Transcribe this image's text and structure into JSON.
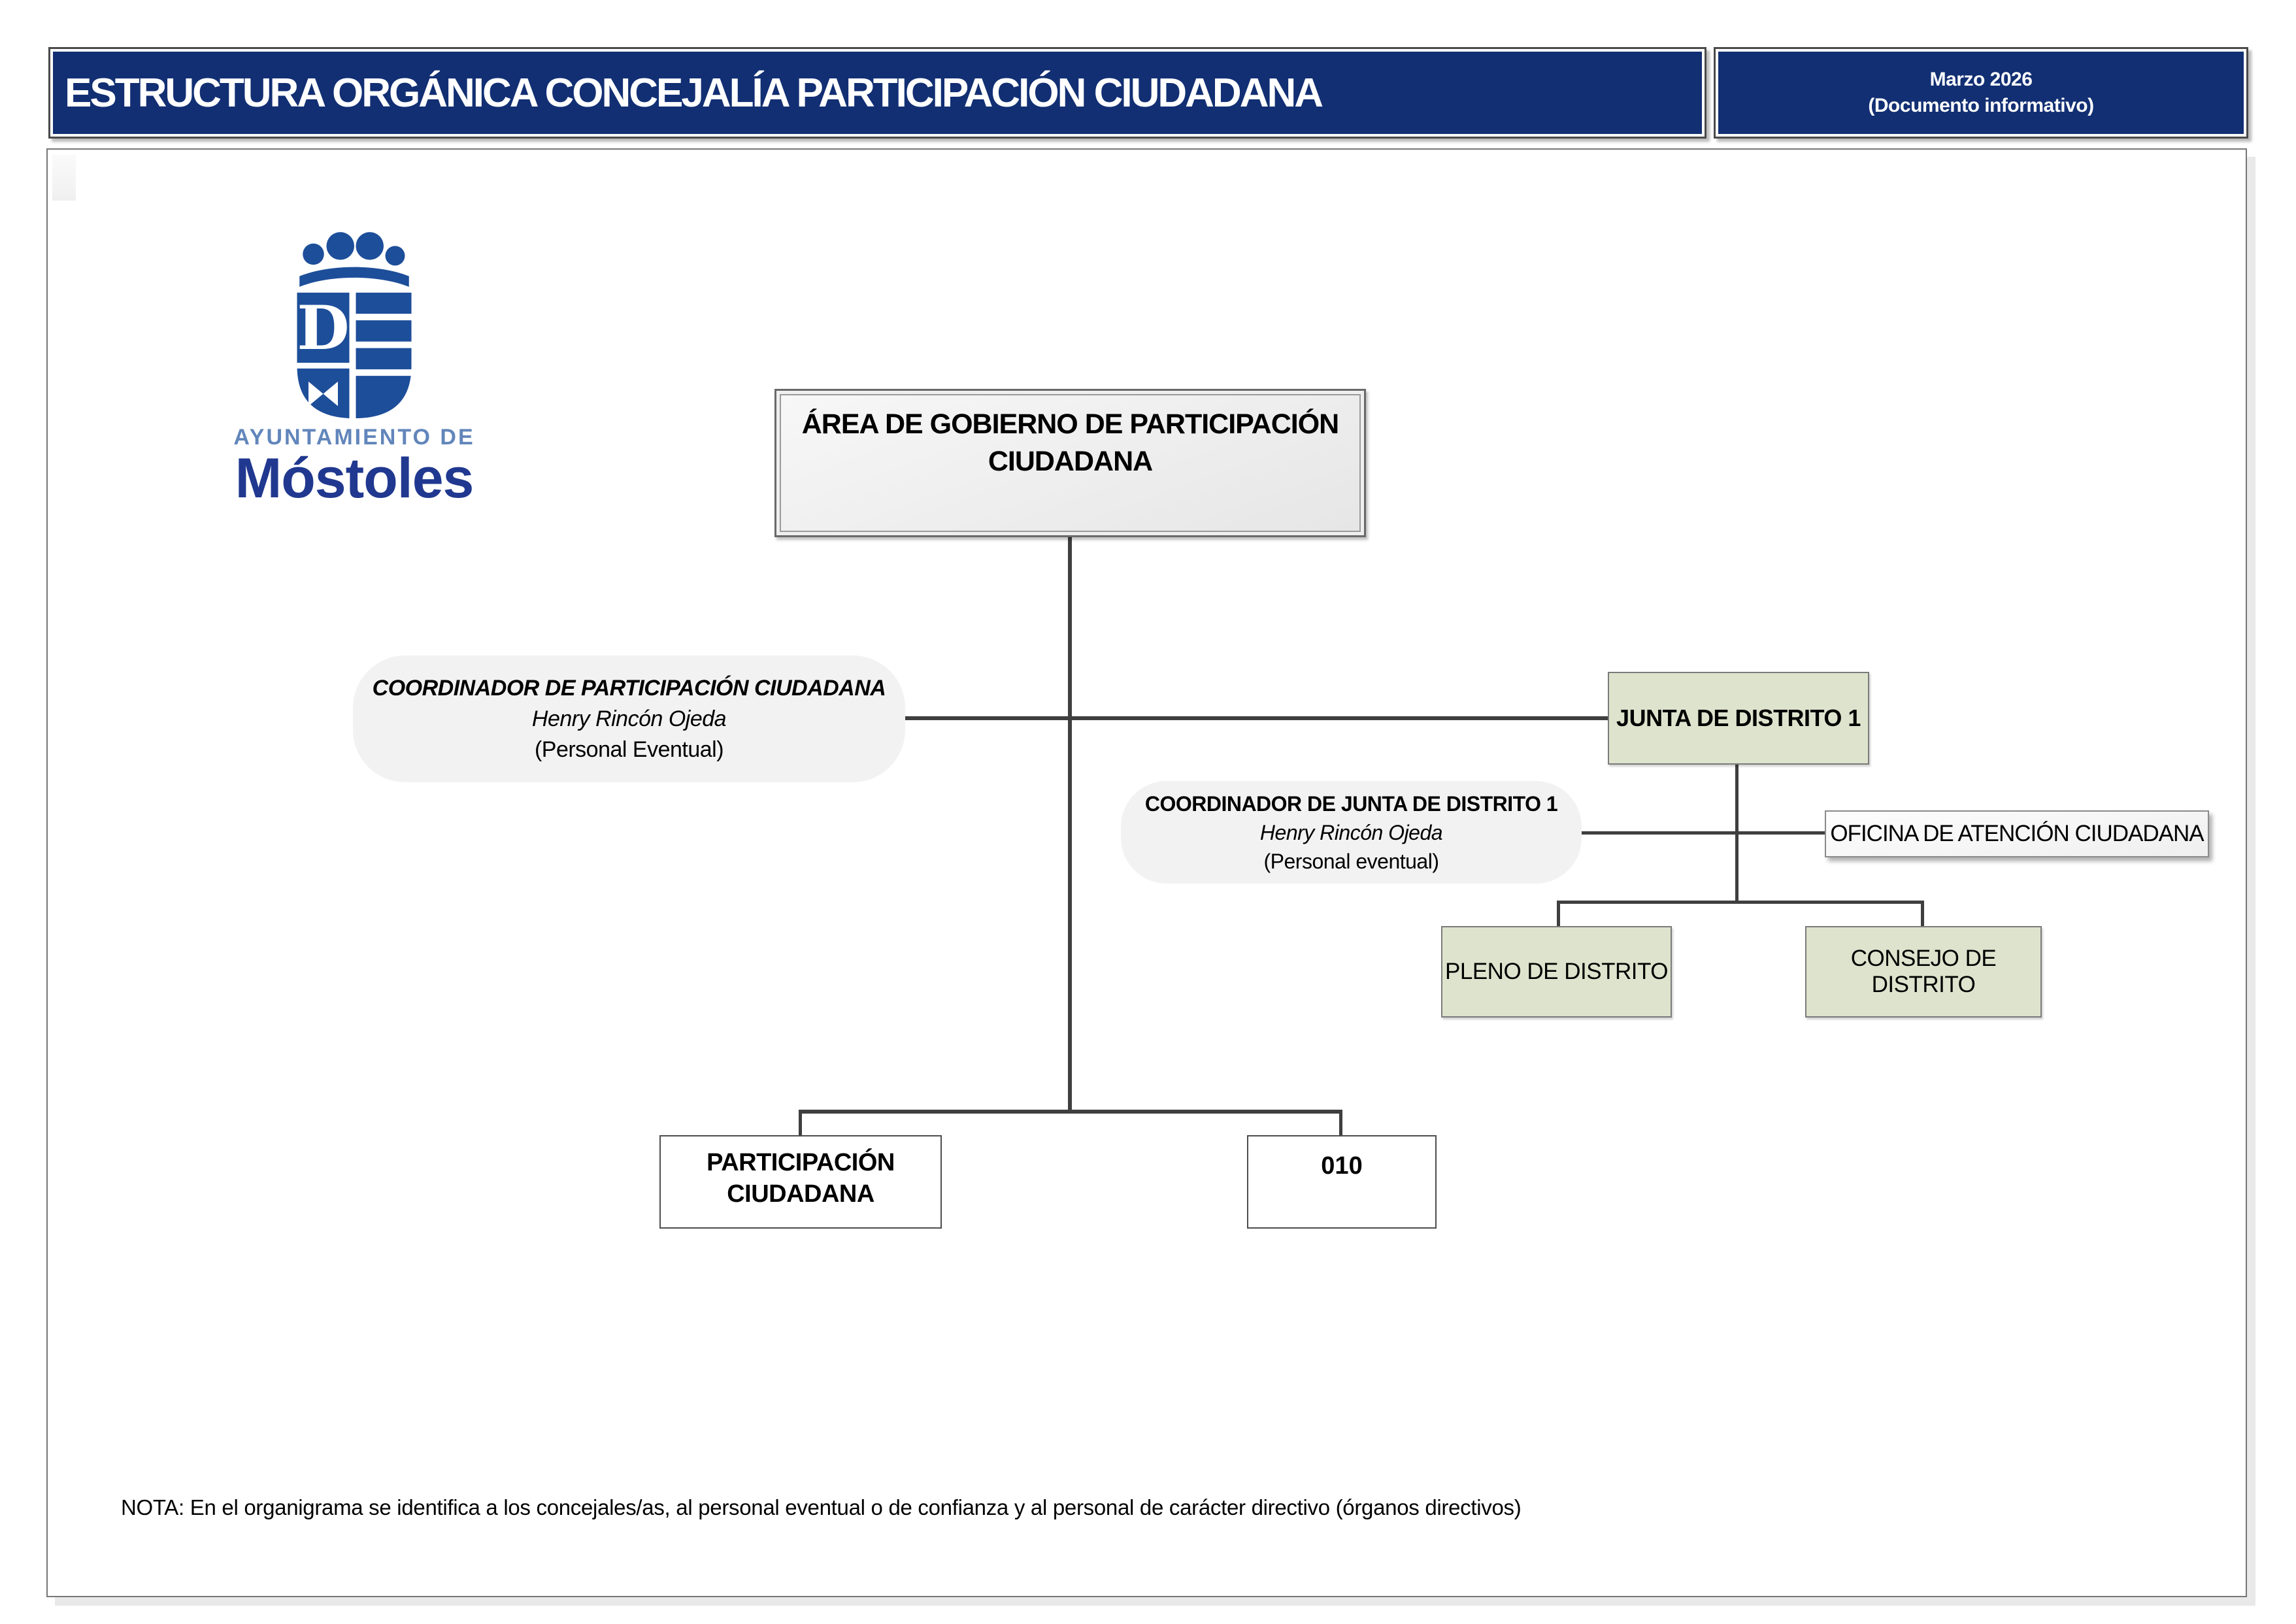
{
  "header": {
    "title": "ESTRUCTURA ORGÁNICA CONCEJALÍA PARTICIPACIÓN CIUDADANA",
    "date": "Marzo 2026",
    "subtitle": "(Documento informativo)"
  },
  "logo": {
    "caption_top": "AYUNTAMIENTO DE",
    "caption_bottom": "Móstoles"
  },
  "org_chart": {
    "root": "ÁREA DE GOBIERNO DE PARTICIPACIÓN CIUDADANA",
    "coordinator_participacion": {
      "title": "COORDINADOR DE PARTICIPACIÓN CIUDADANA",
      "name": "Henry Rincón Ojeda",
      "contract": "(Personal Eventual)"
    },
    "junta_distrito": "JUNTA DE DISTRITO 1",
    "coordinator_junta": {
      "title": "COORDINADOR DE JUNTA DE DISTRITO 1",
      "name": "Henry Rincón Ojeda",
      "contract": "(Personal eventual)"
    },
    "oficina": "OFICINA DE ATENCIÓN CIUDADANA",
    "pleno": "PLENO DE DISTRITO",
    "consejo": "CONSEJO DE DISTRITO",
    "participacion": "PARTICIPACIÓN CIUDADANA",
    "codigo": "010"
  },
  "note": "NOTA: En el organigrama se identifica a los concejales/as, al personal eventual o de confianza y al personal de carácter directivo (órganos directivos)",
  "colors": {
    "header_bg": "#122f73",
    "accent_green": "#dee3cd",
    "line": "#3f3f3f",
    "logo_blue": "#1d4e9a",
    "logo_text": "#20388f"
  }
}
